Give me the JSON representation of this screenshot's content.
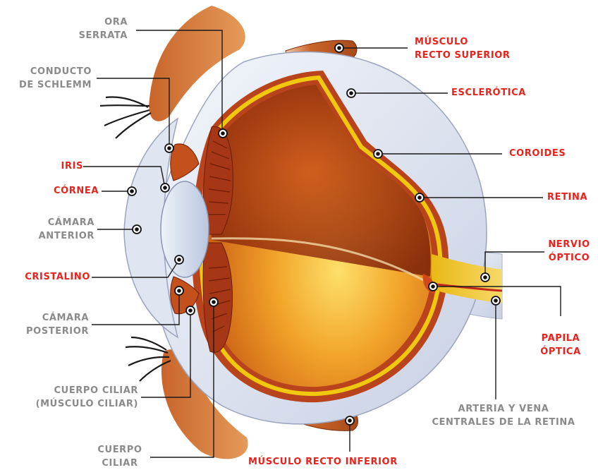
{
  "colors": {
    "red_label": "#e8221c",
    "gray_label": "#8a8a8a",
    "leader": "#1a1a1a",
    "sclera": "#e6ebf5",
    "choroid": "#b8431c",
    "retina": "#f0c80e",
    "vitreous": "#e8891c",
    "muscle": "#c8662a"
  },
  "labels": {
    "ora_serrata": "ORA\nSERRATA",
    "conducto_schlemm": "CONDUCTO\nDE SCHLEMM",
    "iris": "IRIS",
    "cornea": "CÓRNEA",
    "camara_anterior": "CÁMARA\nANTERIOR",
    "cristalino": "CRISTALINO",
    "camara_posterior": "CÁMARA\nPOSTERIOR",
    "cuerpo_ciliar_musculo": "CUERPO CILIAR\n(MÚSCULO CILIAR)",
    "cuerpo_ciliar": "CUERPO\nCILIAR",
    "musculo_recto_superior": "MÚSCULO\nRECTO SUPERIOR",
    "esclerotica": "ESCLERÓTICA",
    "coroides": "COROIDES",
    "retina": "RETINA",
    "nervio_optico": "NERVIO\nÓPTICO",
    "papila_optica": "PAPILA\nÓPTICA",
    "arteria_vena": "ARTERIA Y VENA\nCENTRALES DE LA RETINA",
    "musculo_recto_inferior": "MÚSCULO RECTO INFERIOR"
  }
}
